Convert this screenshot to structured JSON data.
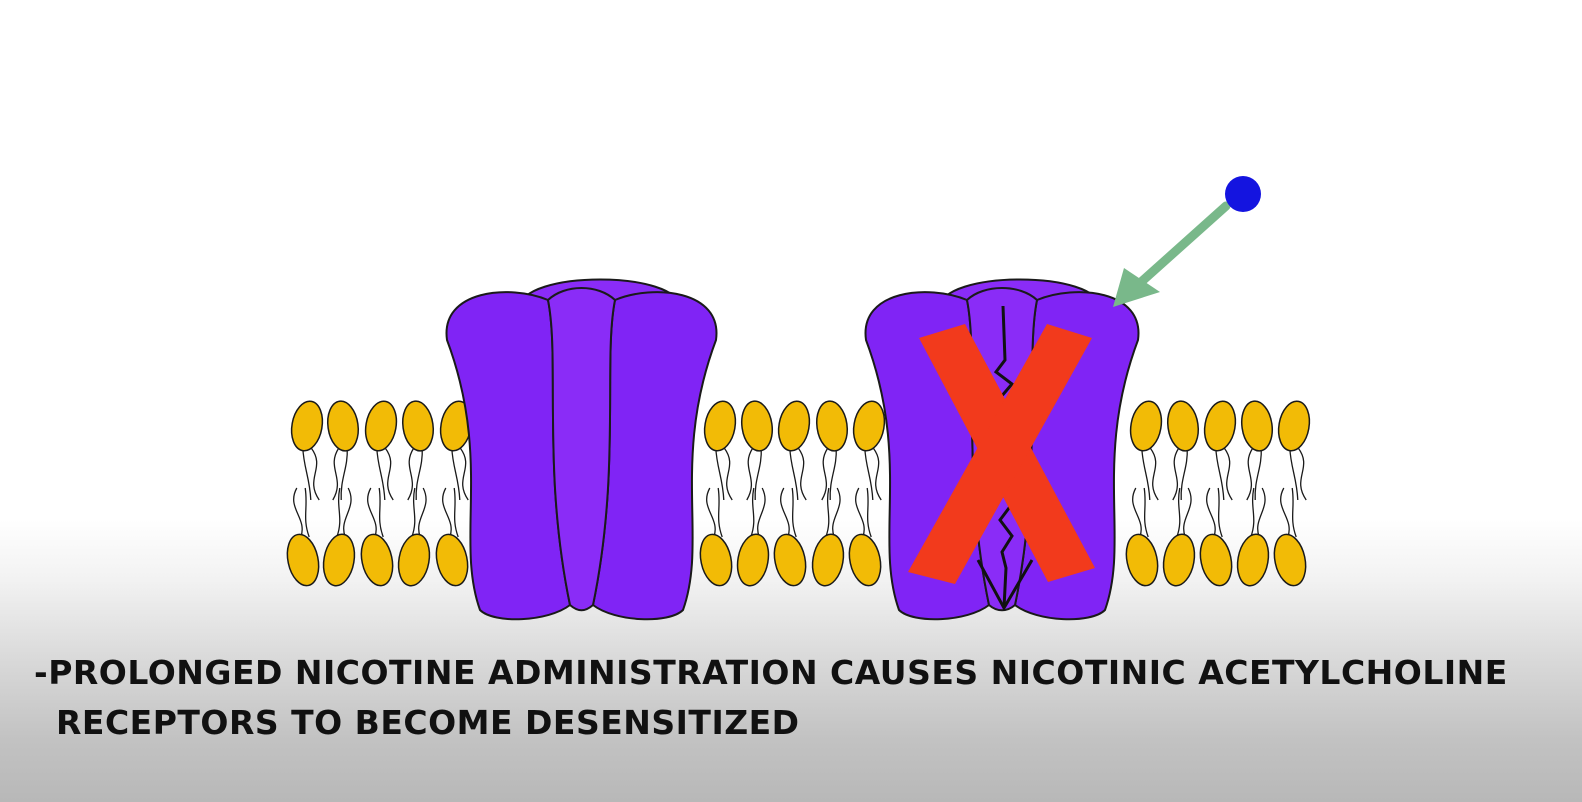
{
  "caption": {
    "line1": "-PROLONGED NICOTINE ADMINISTRATION CAUSES NICOTINIC ACETYLCHOLINE",
    "line2": "RECEPTORS TO BECOME DESENSITIZED"
  },
  "colors": {
    "receptor": "#7f22f5",
    "phospholipid_head": "#f2bb06",
    "cross_mark": "#f23a1c",
    "arrow": "#79b88a",
    "ligand": "#1414e0",
    "outline": "#1a1a1a"
  },
  "icons": {
    "ligand": "blue-circle",
    "binding_arrow": "green-arrow",
    "blocked": "red-x",
    "desensitized": "zigzag-lightning"
  }
}
